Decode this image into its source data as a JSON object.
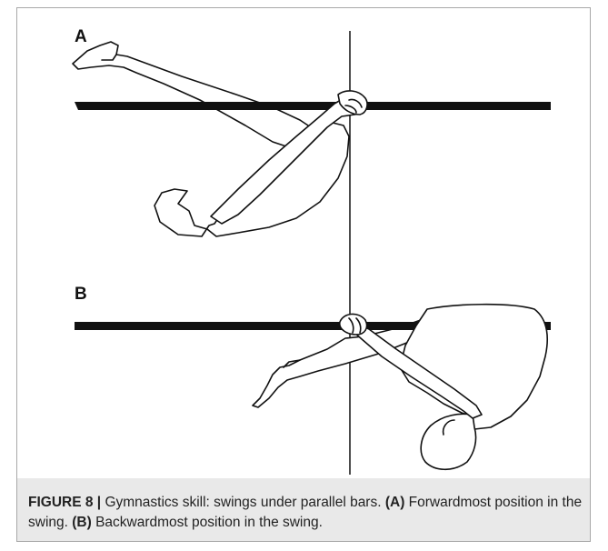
{
  "figure": {
    "panel_a_label": "A",
    "panel_b_label": "B",
    "line_color": "#111111"
  },
  "caption": {
    "figure_number": "FIGURE 8 |",
    "title": " Gymnastics skill: swings under parallel bars. ",
    "part_a_label": "(A)",
    "part_a_text": " Forwardmost position in the swing. ",
    "part_b_label": "(B)",
    "part_b_text": " Backwardmost position in the swing."
  }
}
